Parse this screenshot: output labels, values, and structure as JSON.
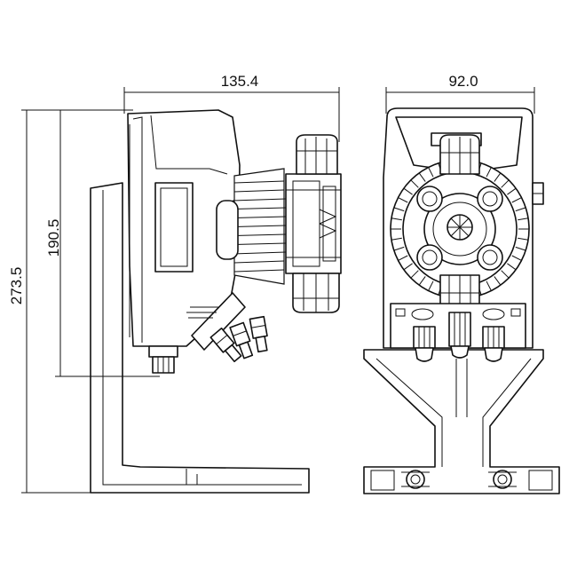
{
  "dimensions": {
    "side_width": "135.4",
    "front_width": "92.0",
    "overall_height": "273.5",
    "body_height": "190.5"
  }
}
